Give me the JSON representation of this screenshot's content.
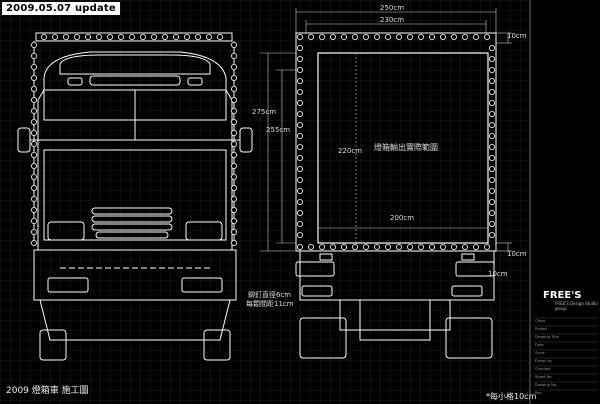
{
  "badge": "2009.05.07 update",
  "title": "2009  燈箱車  施工圖",
  "scale_note": "*每小格10cm",
  "dimensions": {
    "total_width": "250cm",
    "inner_width": "230cm",
    "margin_top": "10cm",
    "margin_bottom": "10cm",
    "margin_side": "10cm",
    "height_outer": "275cm",
    "height_inner": "255cm",
    "print_height": "220cm",
    "print_width": "200cm"
  },
  "print_area_label": "燈箱輸出實際範圍",
  "rivet_note_line1": "鉚釘直徑6cm",
  "rivet_note_line2": "每顆間距11cm",
  "title_block": {
    "logo": "FREE'S",
    "logo_sub": "FREE'S Design Studio group",
    "fields": [
      "Client",
      "Project",
      "Drawing Title",
      "Date",
      "Scale",
      "Drawn by",
      "Checked",
      "Sheet No.",
      "Drawing No.",
      "Rev"
    ]
  },
  "colors": {
    "background": "#000000",
    "grid": "#2a2a2a",
    "lines": "#ffffff",
    "badge_bg": "#ffffff"
  }
}
